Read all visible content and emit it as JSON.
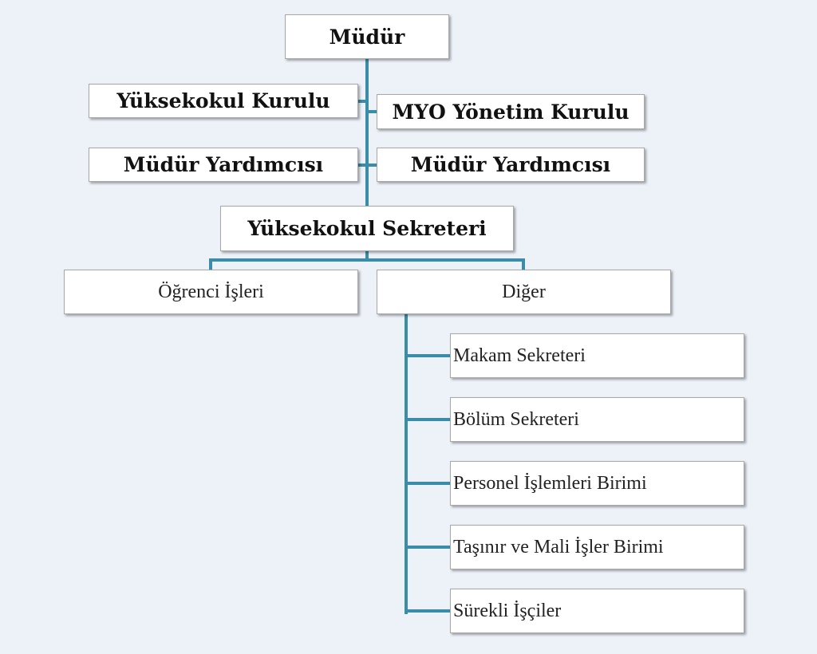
{
  "chart": {
    "director": "Müdür",
    "school_board": "Yüksekokul Kurulu",
    "management_board": "MYO Yönetim Kurulu",
    "vice_director_left": "Müdür Yardımcısı",
    "vice_director_right": "Müdür Yardımcısı",
    "secretary": "Yüksekokul Sekreteri",
    "student_affairs": "Öğrenci İşleri",
    "other": "Diğer",
    "other_units": [
      "Makam Sekreteri",
      "Bölüm Sekreteri",
      "Personel İşlemleri Birimi",
      "Taşınır ve Mali İşler Birimi",
      "Sürekli İşçiler"
    ]
  },
  "colors": {
    "background": "#edf2f9",
    "connector": "#3a8ca8"
  }
}
